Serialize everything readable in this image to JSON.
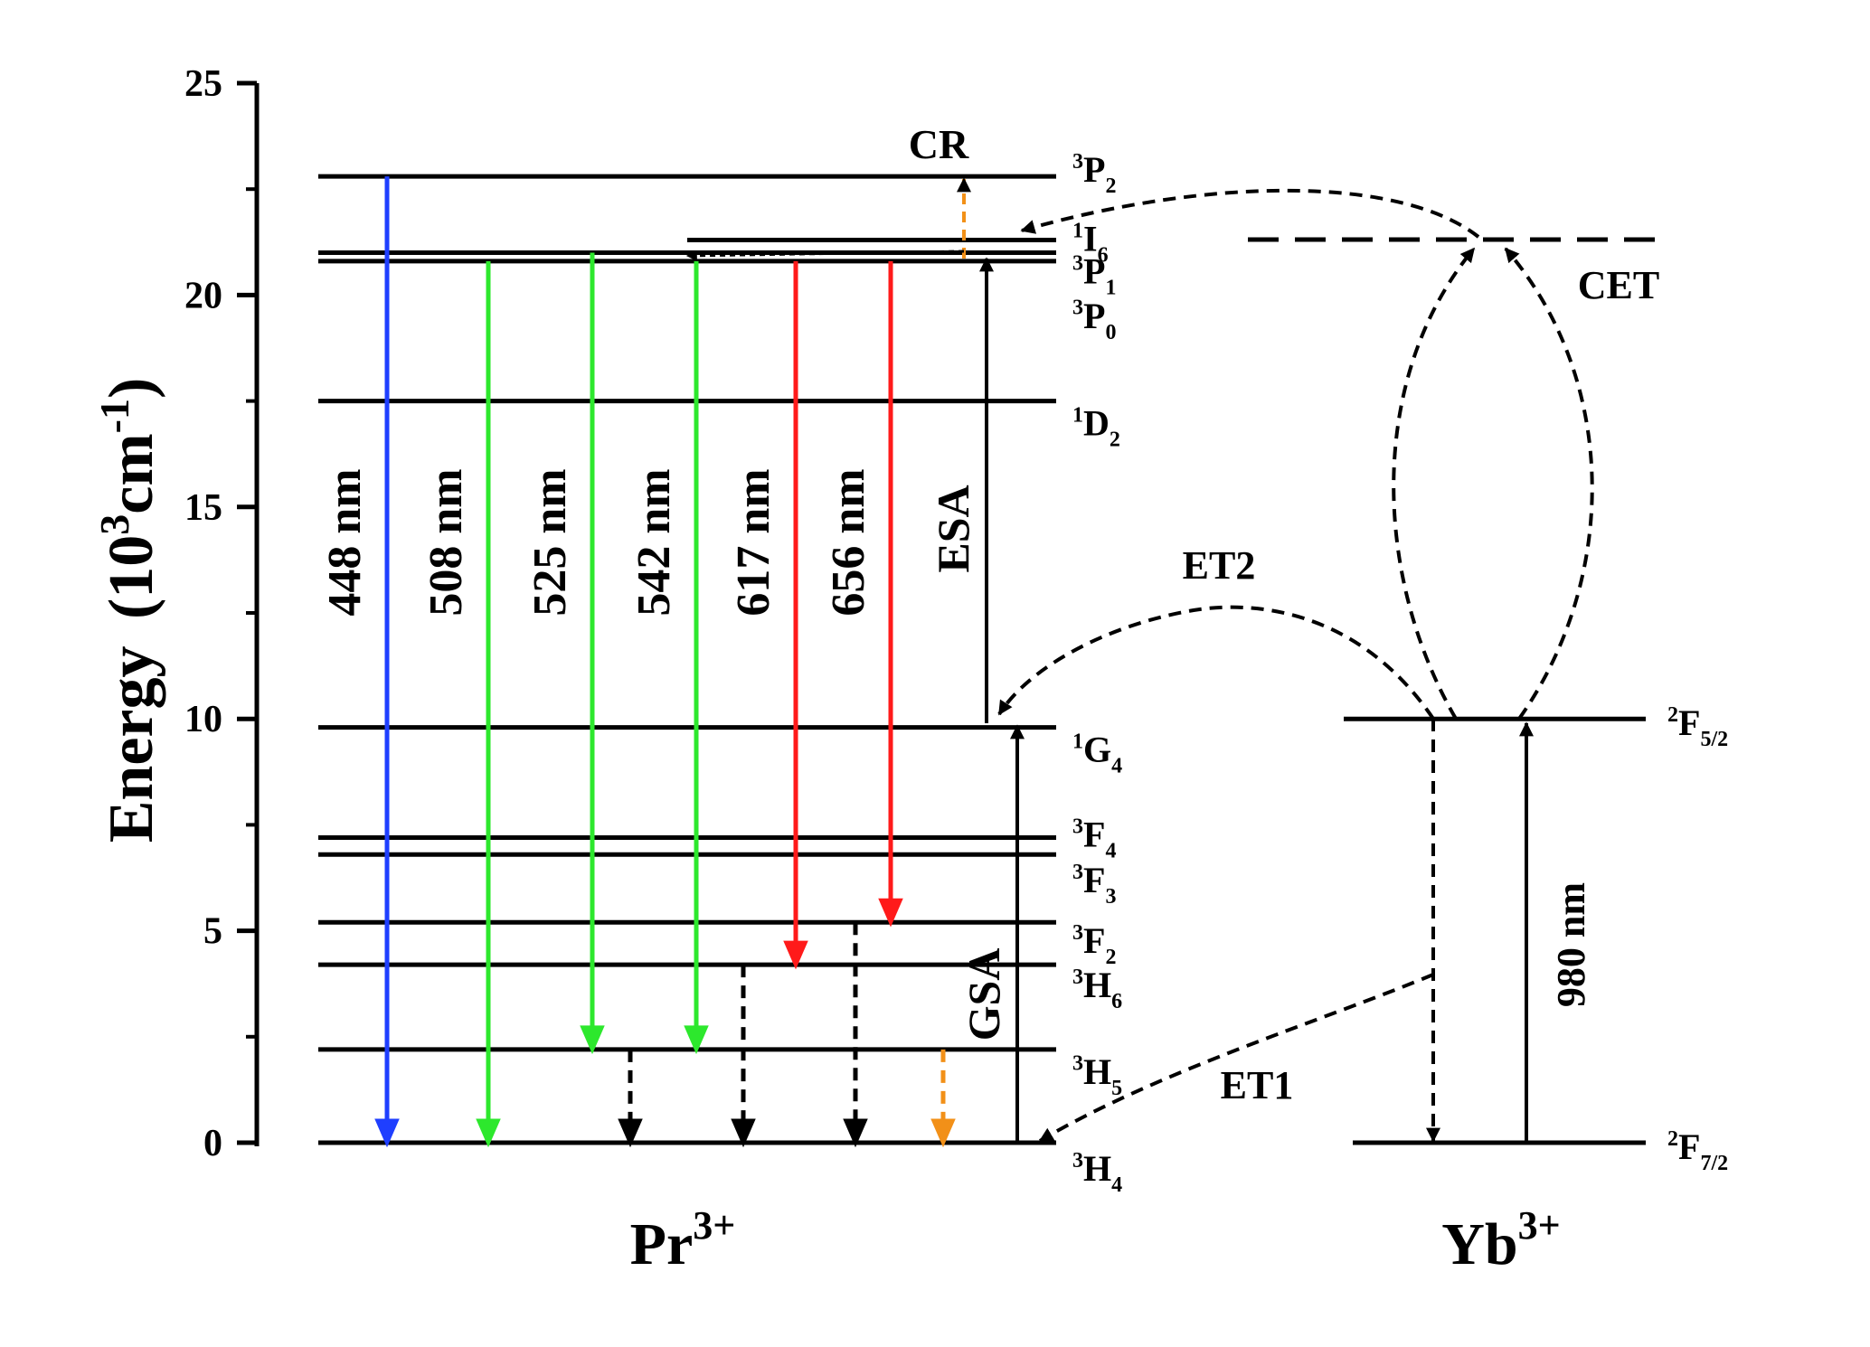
{
  "axis": {
    "ylabel_main": "Energy",
    "ylabel_paren_open": "(10",
    "ylabel_sup1": "3",
    "ylabel_unit": "cm",
    "ylabel_sup2": "-1",
    "ylabel_paren_close": ")",
    "ylim": [
      0,
      25
    ],
    "ticks": [
      {
        "value": 0,
        "label": "0"
      },
      {
        "value": 5,
        "label": "5"
      },
      {
        "value": 10,
        "label": "10"
      },
      {
        "value": 15,
        "label": "15"
      },
      {
        "value": 20,
        "label": "20"
      },
      {
        "value": 25,
        "label": "25"
      }
    ]
  },
  "ions": {
    "pr": {
      "base": "Pr",
      "sup": "3+"
    },
    "yb": {
      "base": "Yb",
      "sup": "3+"
    }
  },
  "pr_levels": [
    {
      "key": "3H4",
      "energy": 0.0,
      "mult": "3",
      "letter": "H",
      "sub": "4"
    },
    {
      "key": "3H5",
      "energy": 2.2,
      "mult": "3",
      "letter": "H",
      "sub": "5"
    },
    {
      "key": "3H6",
      "energy": 4.2,
      "mult": "3",
      "letter": "H",
      "sub": "6"
    },
    {
      "key": "3F2",
      "energy": 5.2,
      "mult": "3",
      "letter": "F",
      "sub": "2"
    },
    {
      "key": "3F3",
      "energy": 6.8,
      "mult": "3",
      "letter": "F",
      "sub": "3"
    },
    {
      "key": "3F4",
      "energy": 7.2,
      "mult": "3",
      "letter": "F",
      "sub": "4"
    },
    {
      "key": "1G4",
      "energy": 9.8,
      "mult": "1",
      "letter": "G",
      "sub": "4"
    },
    {
      "key": "1D2",
      "energy": 17.5,
      "mult": "1",
      "letter": "D",
      "sub": "2"
    },
    {
      "key": "3P0",
      "energy": 20.8,
      "mult": "3",
      "letter": "P",
      "sub": "0"
    },
    {
      "key": "3P1",
      "energy": 21.0,
      "mult": "3",
      "letter": "P",
      "sub": "1"
    },
    {
      "key": "1I6",
      "energy": 21.3,
      "mult": "1",
      "letter": "I",
      "sub": "6"
    },
    {
      "key": "3P2",
      "energy": 22.8,
      "mult": "3",
      "letter": "P",
      "sub": "2"
    }
  ],
  "yb_levels": [
    {
      "key": "2F72",
      "energy": 0.0,
      "mult": "2",
      "letter": "F",
      "sub": "7/2"
    },
    {
      "key": "2F52",
      "energy": 10.0,
      "mult": "2",
      "letter": "F",
      "sub": "5/2"
    }
  ],
  "virtual_level_energy": 21.4,
  "emissions": [
    {
      "label": "448 nm",
      "from": 22.8,
      "to": 0.0,
      "color": "#1f3fff"
    },
    {
      "label": "508 nm",
      "from": 20.8,
      "to": 0.0,
      "color": "#2de82d"
    },
    {
      "label": "525 nm",
      "from": 21.0,
      "to": 2.2,
      "color": "#2de82d"
    },
    {
      "label": "542 nm",
      "from": 20.8,
      "to": 2.2,
      "color": "#2de82d"
    },
    {
      "label": "617 nm",
      "from": 20.8,
      "to": 4.2,
      "color": "#ff1a1a"
    },
    {
      "label": "656 nm",
      "from": 20.8,
      "to": 5.2,
      "color": "#ff1a1a"
    }
  ],
  "nonradiative": [
    {
      "from": 2.2,
      "to": 0.0,
      "color": "#000000"
    },
    {
      "from": 4.2,
      "to": 0.0,
      "color": "#000000"
    },
    {
      "from": 5.2,
      "to": 0.0,
      "color": "#000000"
    },
    {
      "from": 2.2,
      "to": 0.0,
      "color": "#f29018"
    }
  ],
  "labels": {
    "cr": "CR",
    "cet": "CET",
    "esa": "ESA",
    "gsa": "GSA",
    "et1": "ET1",
    "et2": "ET2",
    "pump": "980 nm"
  },
  "colors": {
    "blue": "#1f3fff",
    "green": "#2de82d",
    "red": "#ff1a1a",
    "orange": "#f29018",
    "black": "#000000"
  }
}
